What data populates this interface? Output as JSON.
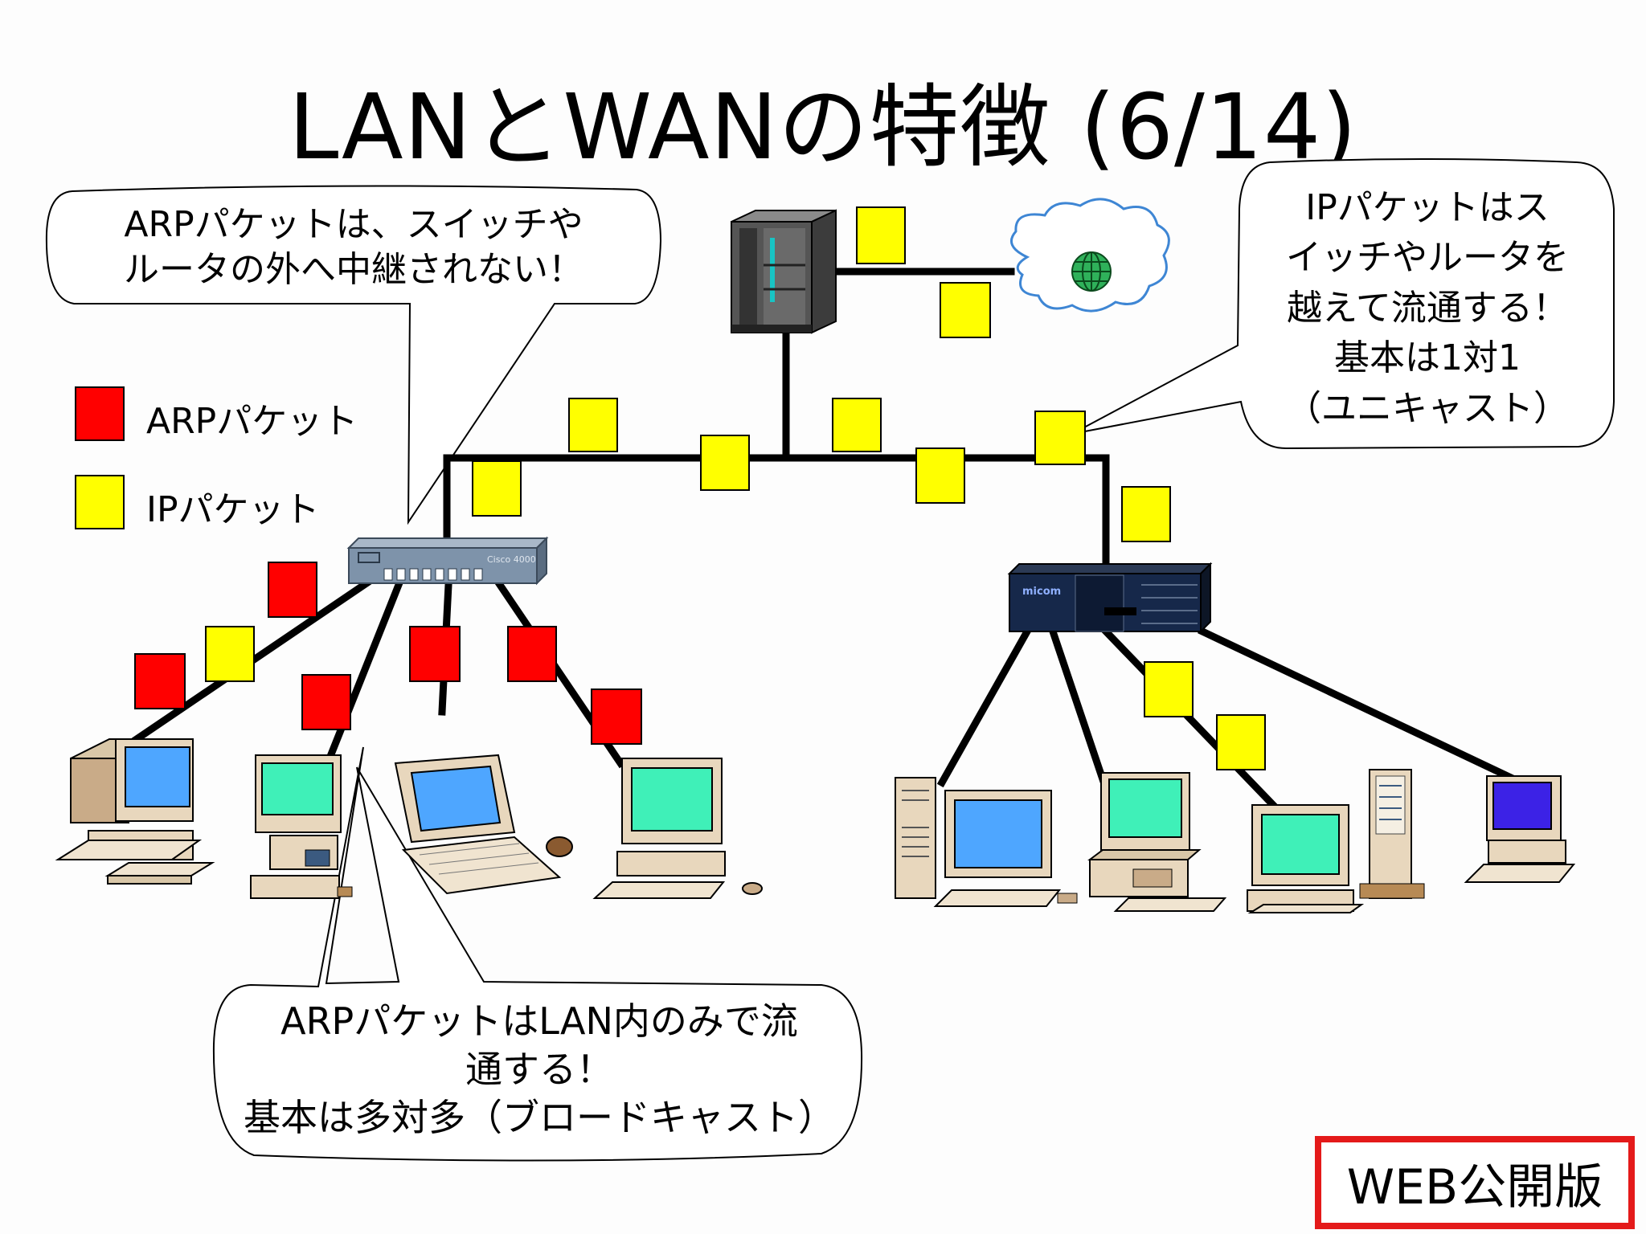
{
  "slide": {
    "title": "LANとWANの特徴 (6/14)"
  },
  "legend": {
    "items": [
      {
        "label": "ARPパケット",
        "color": "#ff0000"
      },
      {
        "label": "IPパケット",
        "color": "#ffff00"
      }
    ]
  },
  "callouts": {
    "arp_not_relayed": {
      "lines": [
        "ARPパケットは、スイッチや",
        "ルータの外へ中継されない！"
      ]
    },
    "ip_crosses": {
      "lines": [
        "IPパケットはス",
        "イッチやルータを",
        "越えて流通する！",
        "基本は1対1",
        "（ユニキャスト）"
      ]
    },
    "arp_lan_only": {
      "lines": [
        "ARPパケットはLAN内のみで流",
        "通する！",
        "基本は多対多（ブロードキャスト）"
      ]
    }
  },
  "devices": {
    "switch_label": "Cisco 4000",
    "router_label": "micom"
  },
  "badge": {
    "label": "WEB公開版"
  },
  "colors": {
    "arp_packet": "#ff0000",
    "ip_packet": "#ffff00",
    "cable": "#000000",
    "badge_border": "#e41a1a"
  }
}
